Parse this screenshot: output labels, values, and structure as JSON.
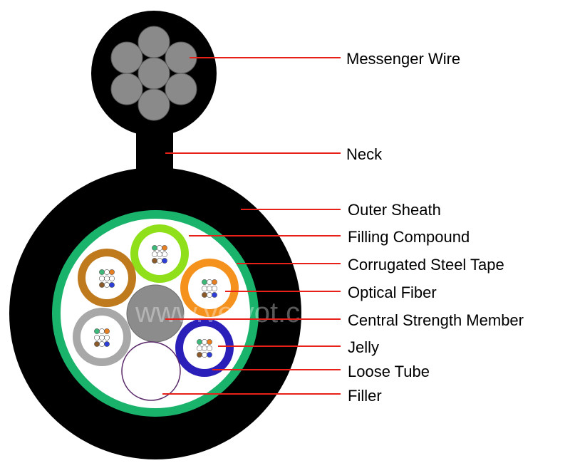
{
  "diagram": {
    "watermark": "www.veivot.com",
    "leader_color": "#e8201a",
    "labels": {
      "messenger_wire": "Messenger Wire",
      "neck": "Neck",
      "outer_sheath": "Outer Sheath",
      "filling_compound": "Filling Compound",
      "corrugated_steel_tape": "Corrugated Steel Tape",
      "optical_fiber": "Optical Fiber",
      "central_strength_member": "Central Strength Member",
      "jelly": "Jelly",
      "loose_tube": "Loose Tube",
      "filler": "Filler"
    },
    "colors": {
      "sheath": "#000000",
      "steel_tape": "#19b36b",
      "filling_compound": "#ffffff",
      "messenger_strand": "#8a8a8a",
      "central_member": "#8c8c8c",
      "tube_green": "#8fe01a",
      "tube_orange": "#f5921e",
      "tube_brown": "#c07a1e",
      "tube_grey": "#a8a8a8",
      "tube_blue": "#2a1fb8",
      "filler": "#ffffff"
    }
  }
}
